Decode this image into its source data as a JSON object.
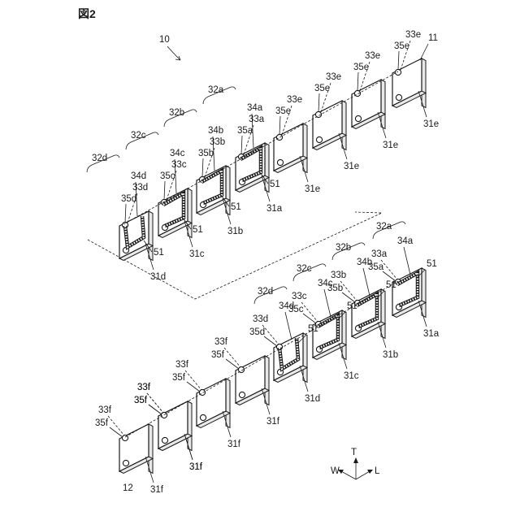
{
  "figure": {
    "title": "図2",
    "assembly_ref": "10",
    "axes": {
      "top": "T",
      "left": "W",
      "right": "L"
    }
  },
  "top_row": [
    {
      "plate": "31e",
      "hole": "35e",
      "conn": "33e",
      "extra": "11"
    },
    {
      "plate": "31e",
      "hole": "35e",
      "conn": "33e"
    },
    {
      "plate": "31e",
      "hole": "35e",
      "conn": "33e"
    },
    {
      "plate": "31e",
      "hole": "35e",
      "conn": "33e"
    },
    {
      "plate": "31a",
      "hole": "35a",
      "conn": "33a",
      "seal": "34a",
      "group": "32a",
      "sealref": "51"
    },
    {
      "plate": "31b",
      "hole": "35b",
      "conn": "33b",
      "seal": "34b",
      "group": "32b",
      "sealref": "51"
    },
    {
      "plate": "31c",
      "hole": "35c",
      "conn": "33c",
      "seal": "34c",
      "group": "32c",
      "sealref": "51"
    },
    {
      "plate": "31d",
      "hole": "35d",
      "conn": "33d",
      "seal": "34d",
      "group": "32d",
      "sealref": "51"
    }
  ],
  "bottom_row": [
    {
      "plate": "31a",
      "hole": "35a",
      "conn": "33a",
      "seal": "34a",
      "group": "32a",
      "sealref": "51"
    },
    {
      "plate": "31b",
      "hole": "35b",
      "conn": "33b",
      "seal": "34b",
      "group": "32b",
      "sealref": "51"
    },
    {
      "plate": "31c",
      "hole": "35c",
      "conn": "33c",
      "seal": "34c",
      "group": "32c",
      "sealref": "51"
    },
    {
      "plate": "31d",
      "hole": "35d",
      "conn": "33d",
      "seal": "34d",
      "group": "32d",
      "sealref": "51"
    },
    {
      "plate": "31f",
      "hole": "35f",
      "conn": "33f"
    },
    {
      "plate": "31f",
      "hole": "35f",
      "conn": "33f"
    },
    {
      "plate": "31f",
      "hole": "35f",
      "conn": "33f"
    },
    {
      "plate": "31f",
      "hole": "35f",
      "conn": "33f"
    },
    {
      "plate": "31f",
      "hole": "35f",
      "conn": "33f",
      "extra": "12"
    }
  ]
}
